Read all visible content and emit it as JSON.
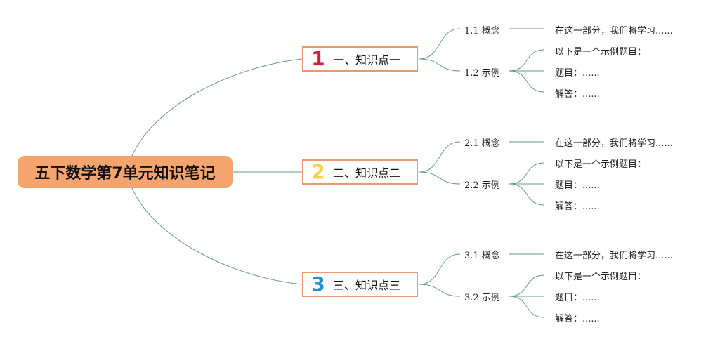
{
  "root": {
    "title": "五下数学第7单元知识笔记"
  },
  "topics": [
    {
      "number": "1",
      "number_color": "#d11e2f",
      "label": "一、知识点一",
      "subs": [
        {
          "label": "1.1 概念",
          "leaves": [
            "在这一部分，我们将学习......"
          ]
        },
        {
          "label": "1.2 示例",
          "leaves": [
            "以下是一个示例题目：",
            "题目：......",
            "解答：......"
          ]
        }
      ]
    },
    {
      "number": "2",
      "number_color": "#f5d547",
      "label": "二、知识点二",
      "subs": [
        {
          "label": "2.1 概念",
          "leaves": [
            "在这一部分，我们将学习......"
          ]
        },
        {
          "label": "2.2 示例",
          "leaves": [
            "以下是一个示例题目：",
            "题目：......",
            "解答：......"
          ]
        }
      ]
    },
    {
      "number": "3",
      "number_color": "#1e90d6",
      "label": "三、知识点三",
      "subs": [
        {
          "label": "3.1 概念",
          "leaves": [
            "在这一部分，我们将学习......"
          ]
        },
        {
          "label": "3.2 示例",
          "leaves": [
            "以下是一个示例题目：",
            "题目：......",
            "解答：......"
          ]
        }
      ]
    }
  ],
  "colors": {
    "connector": "#5f9e86",
    "root_fill": "#f4a46c",
    "topic_border": "#ef9a63"
  }
}
